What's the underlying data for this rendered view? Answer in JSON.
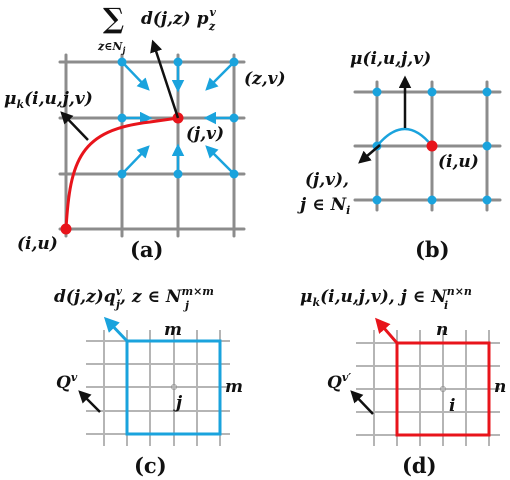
{
  "colors": {
    "accent_blue": "#1aa3dd",
    "accent_red": "#e8141b",
    "grid_dark": "#8c8c8c",
    "grid_light": "#b5b5b5",
    "text": "#111111"
  },
  "panel_a": {
    "caption": "(a)",
    "sum_top": "∑",
    "sum_sub": "z∈N",
    "sum_sub_index": "j",
    "sum_term": "d(j,z) p",
    "sum_term_sup": "v",
    "sum_term_sub": "z",
    "mu_label": "μ",
    "mu_sub": "k",
    "mu_args": "(i,u,j,v)",
    "zv_label": "(z,v)",
    "jv_label": "(j,v)",
    "iu_label": "(i,u)"
  },
  "panel_b": {
    "caption": "(b)",
    "mu_label": "μ(i,u,j,v)",
    "jv_label": "(j,v),",
    "set_label": "j ∈ N",
    "set_sub": "i",
    "iu_label": "(i,u)"
  },
  "panel_c": {
    "caption": "(c)",
    "top_label": "d(j,z)q",
    "top_sup": "v",
    "top_sub": "j",
    "top_set": ", z ∈ N",
    "top_set_sup": "m×m",
    "top_set_sub": "j",
    "q_label": "Q",
    "q_sup": "v",
    "m_top": "m",
    "m_right": "m",
    "j_label": "j"
  },
  "panel_d": {
    "caption": "(d)",
    "top_label": "μ",
    "top_sub_k": "k",
    "top_args": "(i,u,j,v), j ∈ N",
    "top_set_sup": "n×n",
    "top_set_sub": "i",
    "q_label": "Q",
    "q_sup": "v′",
    "n_top": "n",
    "n_right": "n",
    "i_label": "i"
  }
}
